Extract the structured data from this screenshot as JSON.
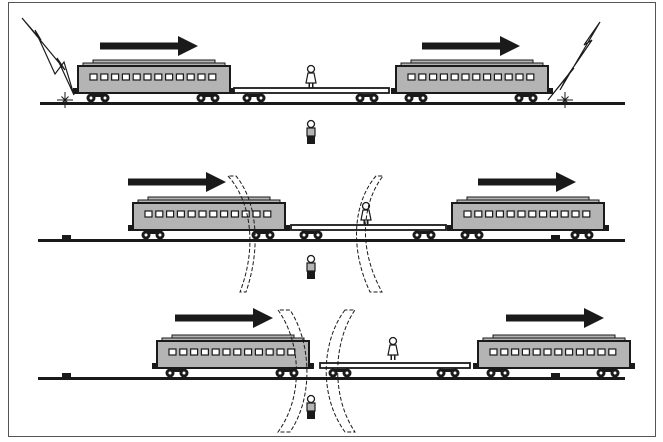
{
  "figure": {
    "description_label": "",
    "colors": {
      "car_body": "#b4b4b4",
      "ink": "#1a1a1a",
      "background": "#ffffff",
      "frame": "#555555"
    },
    "panels": [
      {
        "name": "lightning-strikes",
        "events": [
          "left-lightning",
          "right-lightning"
        ],
        "wavefronts": 0
      },
      {
        "name": "light-traveling",
        "events": [],
        "wavefronts": 2
      },
      {
        "name": "front-light-reaches-passenger",
        "events": [],
        "wavefronts": 2
      }
    ]
  }
}
